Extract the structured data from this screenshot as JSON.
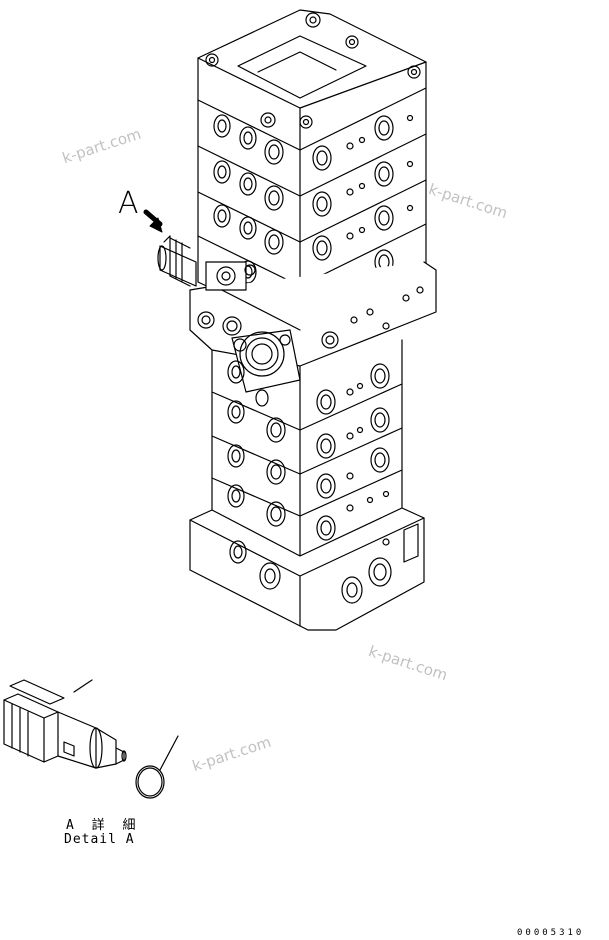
{
  "diagram": {
    "view_marker": "A",
    "detail_label_jp": "A 詳 細",
    "detail_label_en": "Detail A",
    "figure_number": "00005310",
    "watermark": "k-part.com",
    "line_color": "#000000",
    "watermark_color": "#c2c2c2"
  }
}
